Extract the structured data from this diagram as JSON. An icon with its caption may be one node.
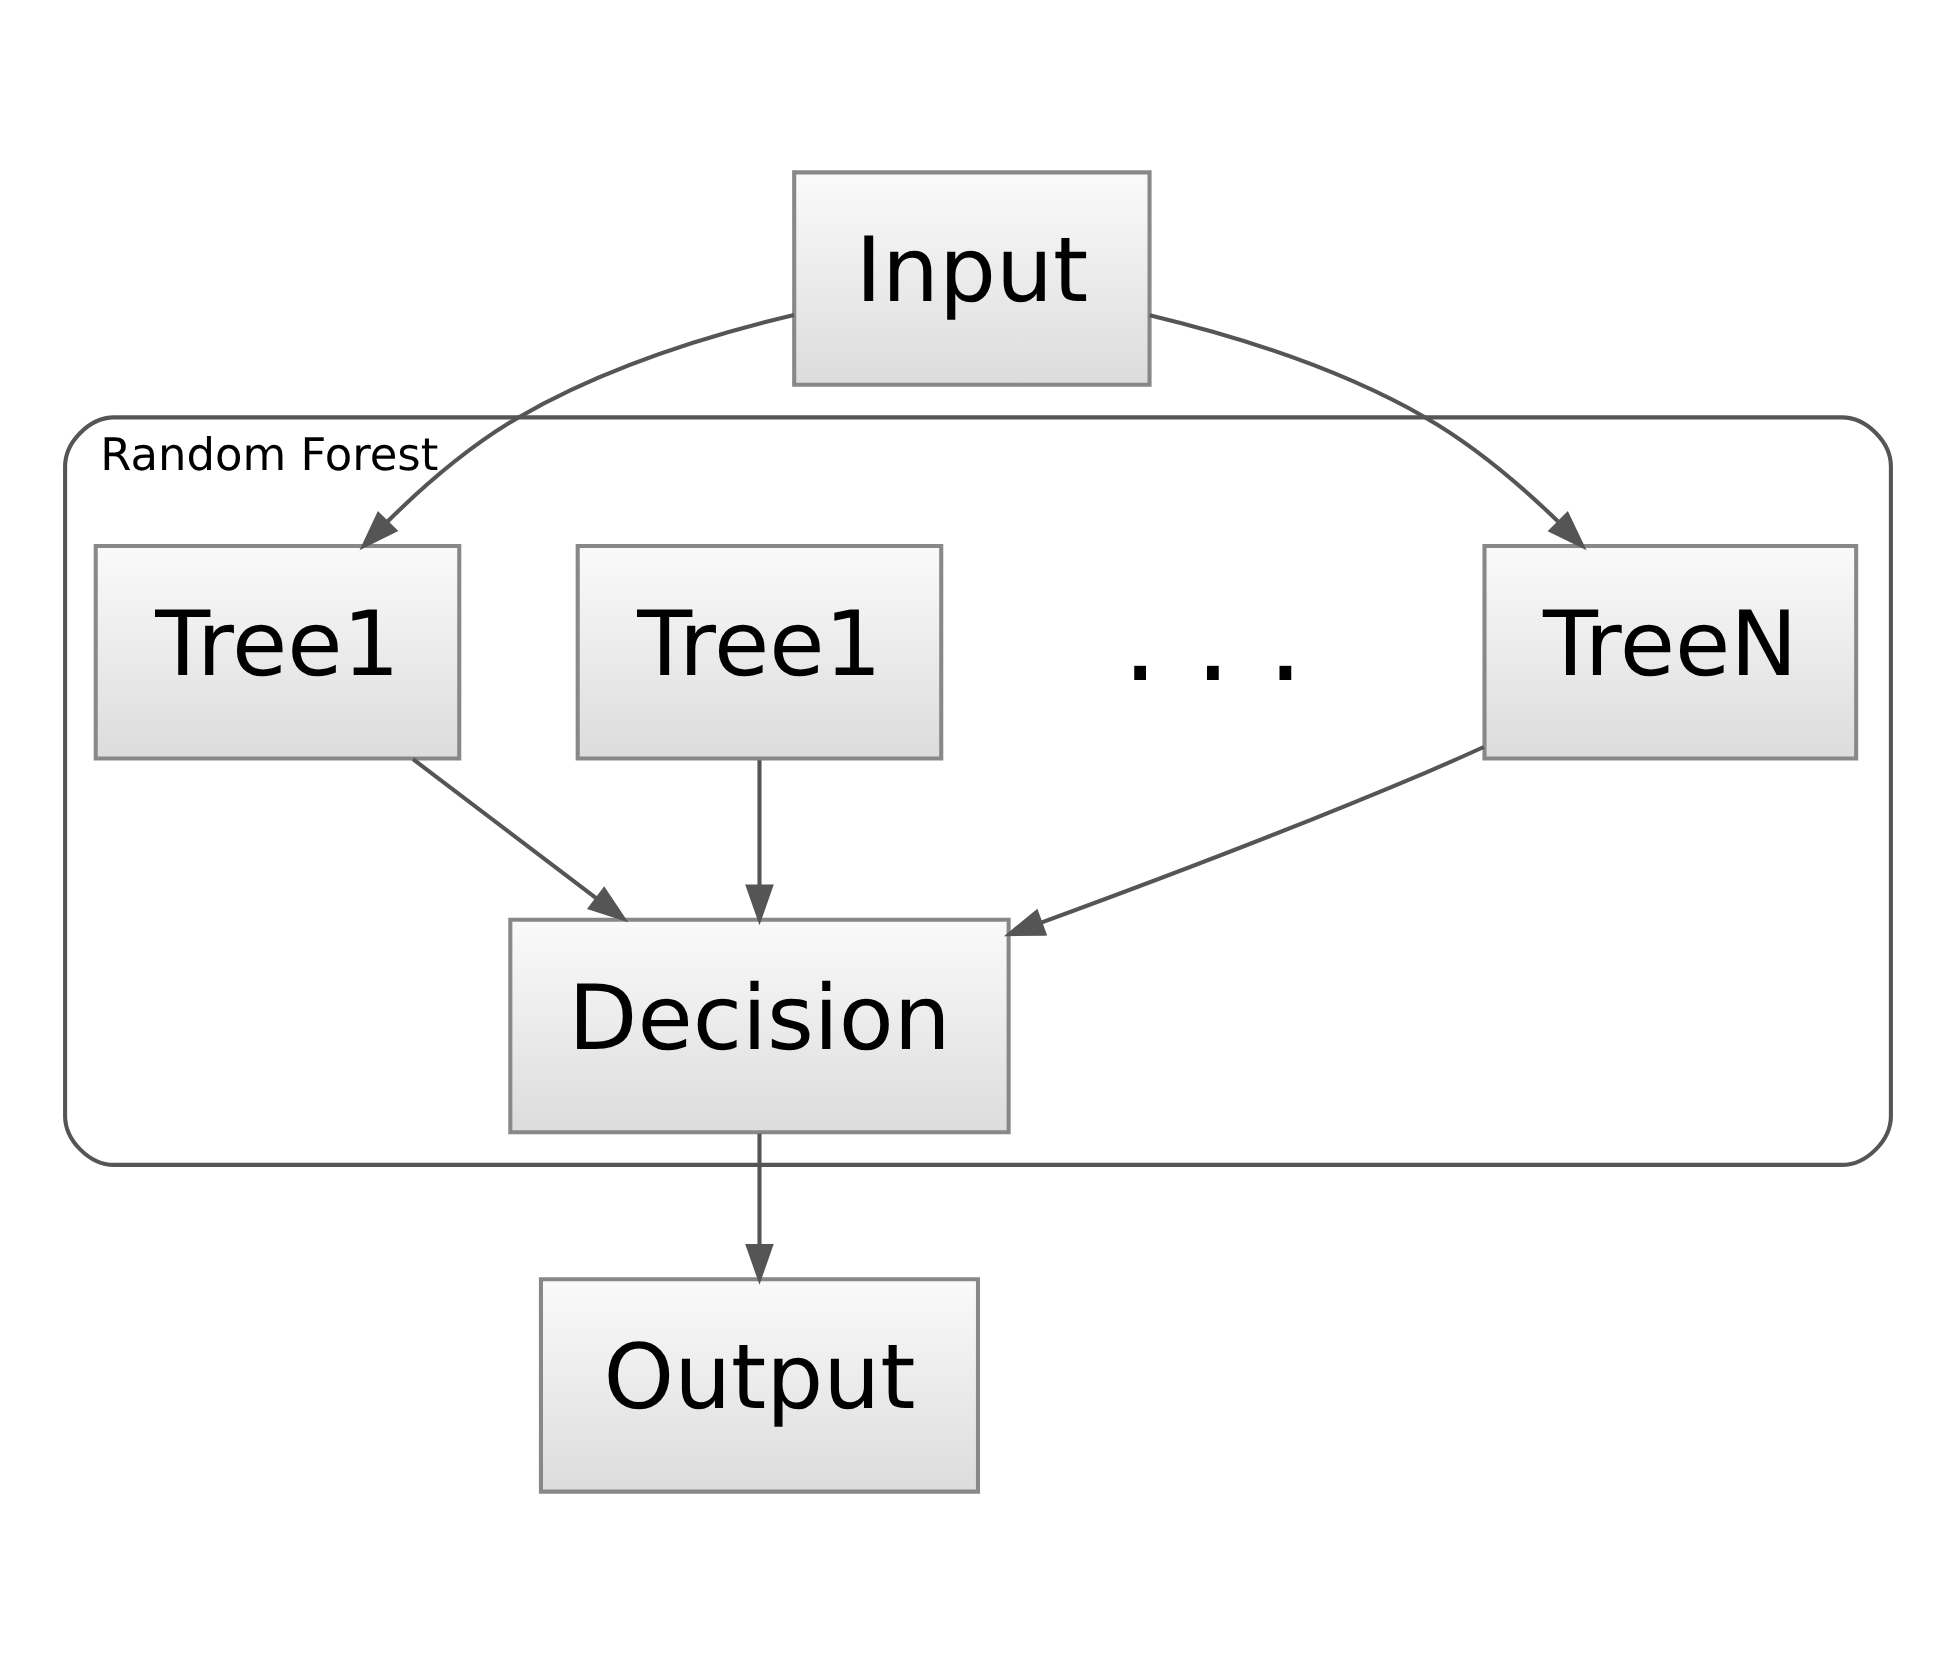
{
  "diagram": {
    "nodes": [
      {
        "text": [
          "Input"
        ]
      },
      {
        "text": [
          "Random Forest"
        ]
      },
      {
        "text": [
          "Tree1"
        ],
        "in": 1
      },
      {
        "text": [
          "Tree1"
        ],
        "in": 1
      },
      {
        "text": [
          "TreeN"
        ],
        "in": 1
      },
      {
        "text": [
          "Decision"
        ],
        "in": 1
      },
      {
        "text": [
          "Output"
        ]
      }
    ],
    "edges": [
      {
        "from": 0,
        "to": 2,
        "arrow": "to"
      },
      {
        "from": 0,
        "to": 4,
        "arrow": "to"
      },
      {
        "from": 2,
        "to": 5,
        "arrow": "to"
      },
      {
        "from": 3,
        "to": 5,
        "arrow": "to"
      },
      {
        "from": 4,
        "to": 5,
        "arrow": "to"
      },
      {
        "from": 5,
        "to": 6,
        "arrow": "to"
      }
    ],
    "labels": [
      ". . ."
    ]
  }
}
